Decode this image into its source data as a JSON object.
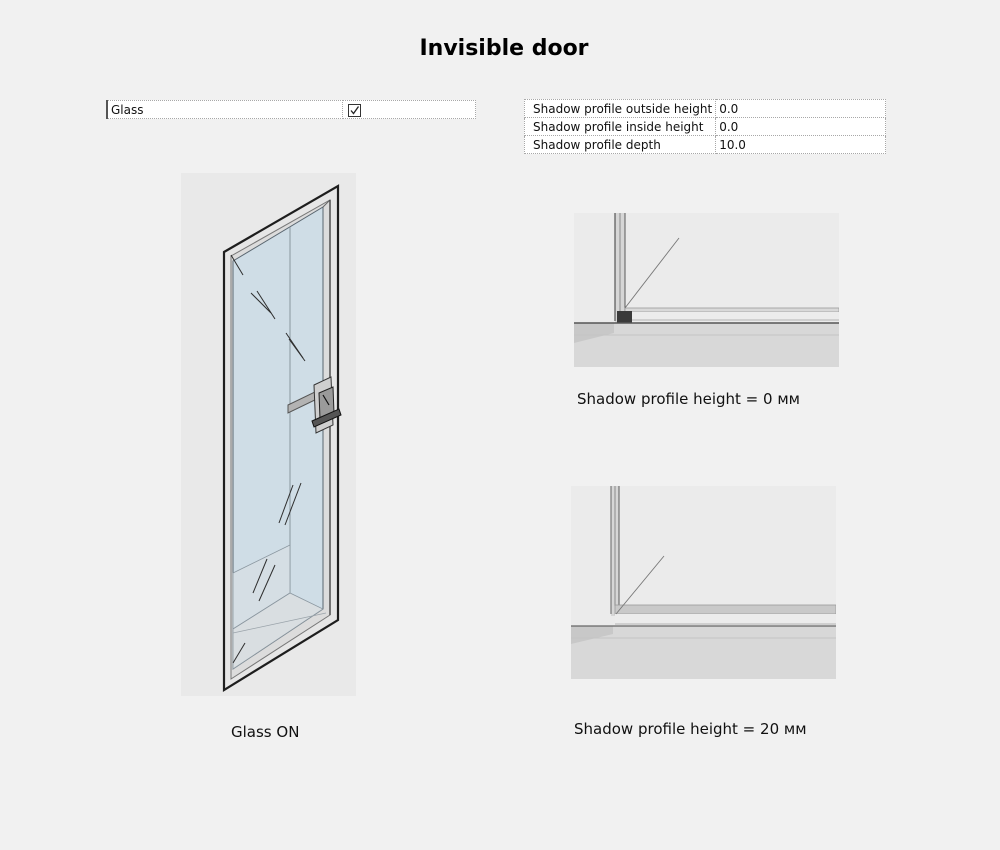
{
  "page": {
    "title": "Invisible door"
  },
  "glass_table": {
    "rows": [
      {
        "label": "Glass",
        "checked": true
      }
    ]
  },
  "shadow_table": {
    "rows": [
      {
        "label": "Shadow profile outside height",
        "value": "0.0"
      },
      {
        "label": "Shadow profile inside height",
        "value": "0.0"
      },
      {
        "label": "Shadow profile depth",
        "value": "10.0"
      }
    ]
  },
  "captions": {
    "door": "Glass ON",
    "detail_top": "Shadow profile height = 0 мм",
    "detail_bottom": "Shadow profile height = 20 мм"
  },
  "colors": {
    "background": "#f1f1f1",
    "glass": "#cfdde6",
    "frame": "#e4e4e4",
    "floor": "#d8d8d8"
  }
}
